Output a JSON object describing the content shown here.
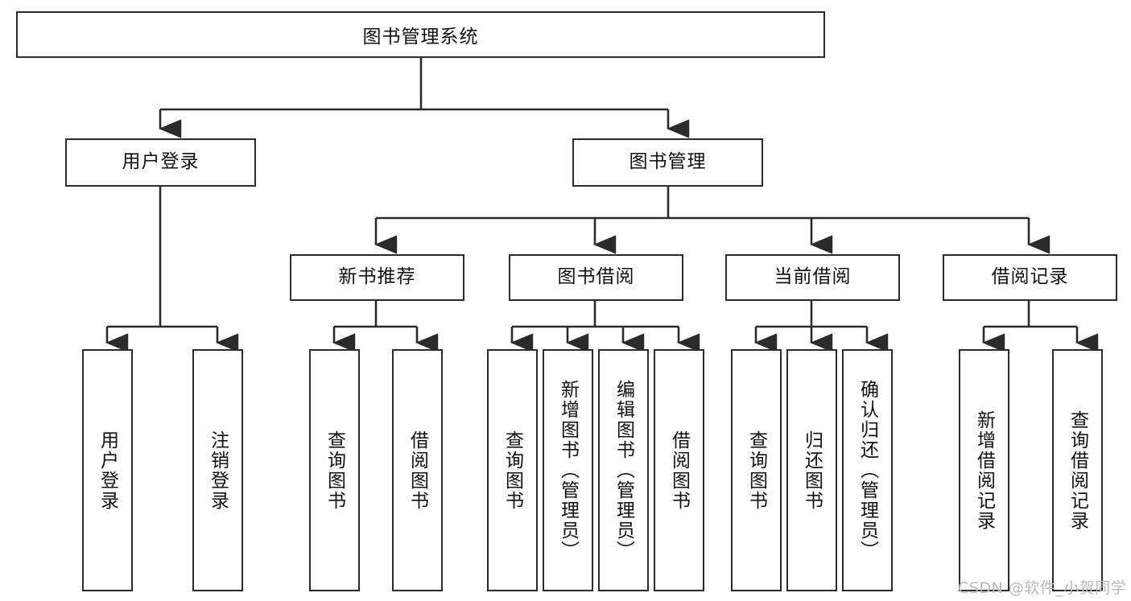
{
  "diagram": {
    "type": "tree",
    "title": "图书管理系统",
    "root": {
      "label": "图书管理系统"
    },
    "level2": [
      {
        "label": "用户登录"
      },
      {
        "label": "图书管理"
      }
    ],
    "level3": [
      {
        "label": "新书推荐"
      },
      {
        "label": "图书借阅"
      },
      {
        "label": "当前借阅"
      },
      {
        "label": "借阅记录"
      }
    ],
    "leaves": {
      "user_login": [
        {
          "label": "用户登录"
        },
        {
          "label": "注销登录"
        }
      ],
      "new_book_recommend": [
        {
          "label": "查询图书"
        },
        {
          "label": "借阅图书"
        }
      ],
      "book_borrow": [
        {
          "label": "查询图书"
        },
        {
          "label": "新增图书（管理员）"
        },
        {
          "label": "编辑图书（管理员）"
        },
        {
          "label": "借阅图书"
        }
      ],
      "current_borrow": [
        {
          "label": "查询图书"
        },
        {
          "label": "归还图书"
        },
        {
          "label": "确认归还（管理员）"
        }
      ],
      "borrow_records": [
        {
          "label": "新增借阅记录"
        },
        {
          "label": "查询借阅记录"
        }
      ]
    }
  },
  "watermark": {
    "text": "CSDN @软件_小贺同学"
  },
  "colors": {
    "stroke": "#2b2b2b",
    "background": "#ffffff",
    "text": "#111111",
    "watermark": "#b9b9b9"
  }
}
